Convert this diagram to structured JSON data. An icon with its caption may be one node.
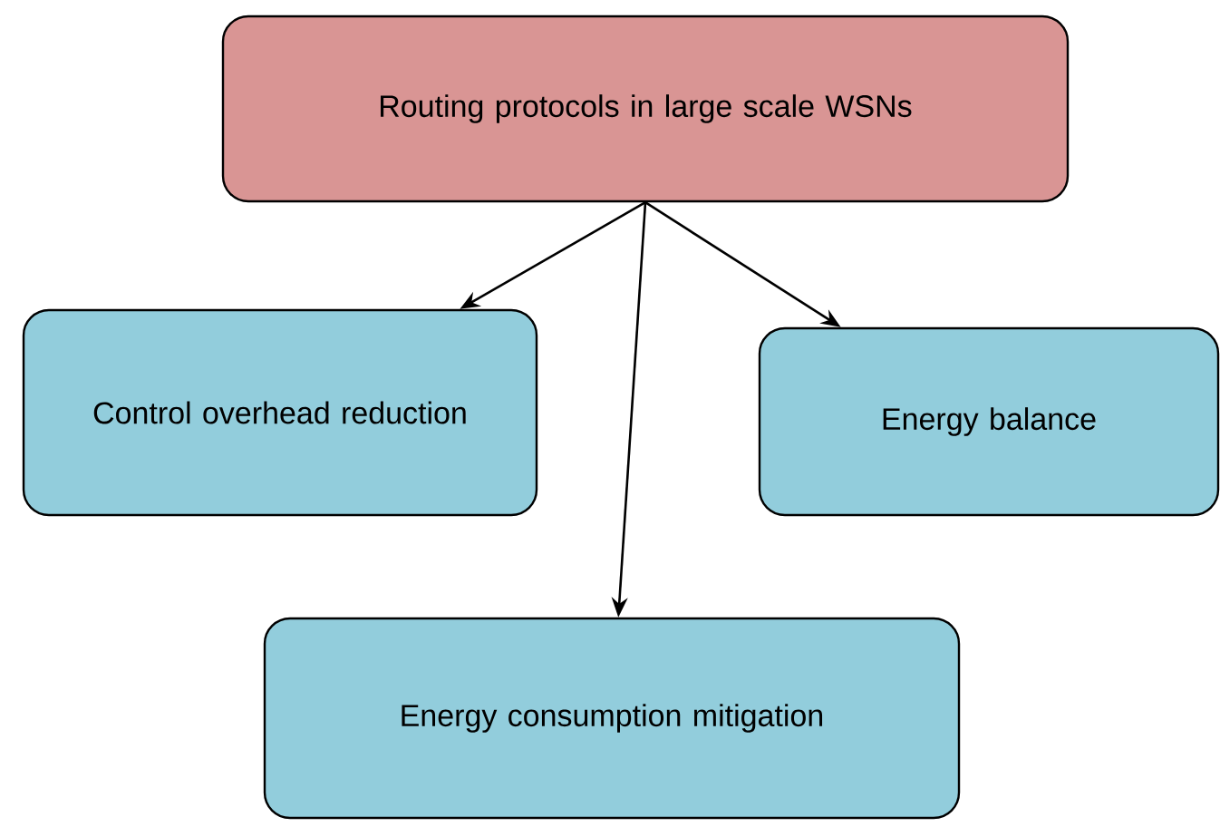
{
  "diagram": {
    "nodes": [
      {
        "text": [
          "Routing protocols in large scale WSNs"
        ]
      },
      {
        "text": [
          "Control overhead reduction"
        ]
      },
      {
        "text": [
          "Energy balance"
        ]
      },
      {
        "text": [
          "Energy consumption mitigation"
        ]
      }
    ],
    "edges": [
      {
        "from": 0,
        "to": 1,
        "arrow": "to"
      },
      {
        "from": 0,
        "to": 3,
        "arrow": "to"
      },
      {
        "from": 0,
        "to": 2,
        "arrow": "to"
      }
    ]
  }
}
